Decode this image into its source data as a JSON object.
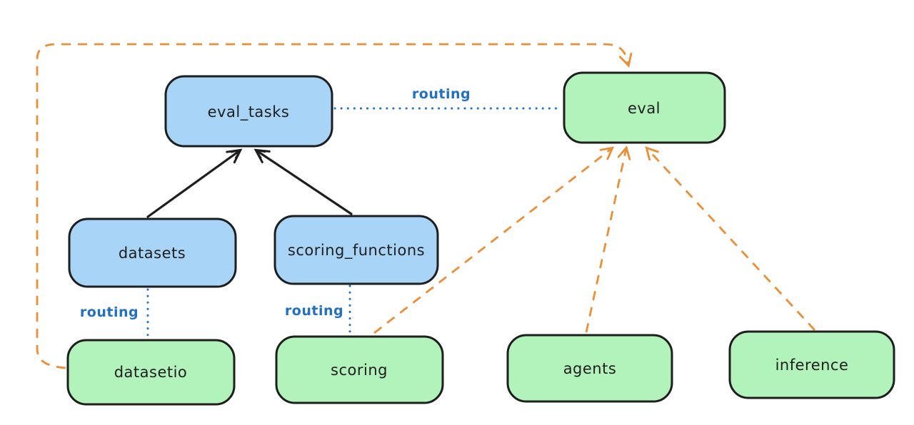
{
  "diagram": {
    "description": "Hand-drawn style architecture diagram linking resource registries to provider APIs",
    "background_color": "#ffffff",
    "colors": {
      "node_border": "#1e1e1e",
      "blue_node_fill": "#a7d4f7",
      "green_node_fill": "#b2f2bb",
      "routing_blue": "#2170c2",
      "arrow_orange": "#ea8f35",
      "arrow_black": "#1e1e1e",
      "label_text": "#1e1e1e"
    },
    "nodes": [
      {
        "id": "eval_tasks",
        "label": "eval_tasks",
        "color": "blue"
      },
      {
        "id": "eval",
        "label": "eval",
        "color": "green"
      },
      {
        "id": "datasets",
        "label": "datasets",
        "color": "blue"
      },
      {
        "id": "scoring_functions",
        "label": "scoring_functions",
        "color": "blue"
      },
      {
        "id": "datasetio",
        "label": "datasetio",
        "color": "green"
      },
      {
        "id": "scoring",
        "label": "scoring",
        "color": "green"
      },
      {
        "id": "agents",
        "label": "agents",
        "color": "green"
      },
      {
        "id": "inference",
        "label": "inference",
        "color": "green"
      }
    ],
    "edges": [
      {
        "from": "datasets",
        "to": "eval_tasks",
        "style": "solid-black-arrow",
        "label": ""
      },
      {
        "from": "scoring_functions",
        "to": "eval_tasks",
        "style": "solid-black-arrow",
        "label": ""
      },
      {
        "from": "eval_tasks",
        "to": "eval",
        "style": "dotted-blue",
        "label": "routing"
      },
      {
        "from": "datasets",
        "to": "datasetio",
        "style": "dotted-blue",
        "label": "routing"
      },
      {
        "from": "scoring_functions",
        "to": "scoring",
        "style": "dotted-blue",
        "label": "routing"
      },
      {
        "from": "scoring",
        "to": "eval",
        "style": "dashed-orange-arrow",
        "label": ""
      },
      {
        "from": "agents",
        "to": "eval",
        "style": "dashed-orange-arrow",
        "label": ""
      },
      {
        "from": "inference",
        "to": "eval",
        "style": "dashed-orange-arrow",
        "label": ""
      },
      {
        "from": "datasetio",
        "to": "eval",
        "style": "dashed-orange-arrow-loop",
        "label": ""
      }
    ],
    "edge_labels": [
      {
        "text": "routing"
      },
      {
        "text": "routing"
      },
      {
        "text": "routing"
      }
    ]
  }
}
